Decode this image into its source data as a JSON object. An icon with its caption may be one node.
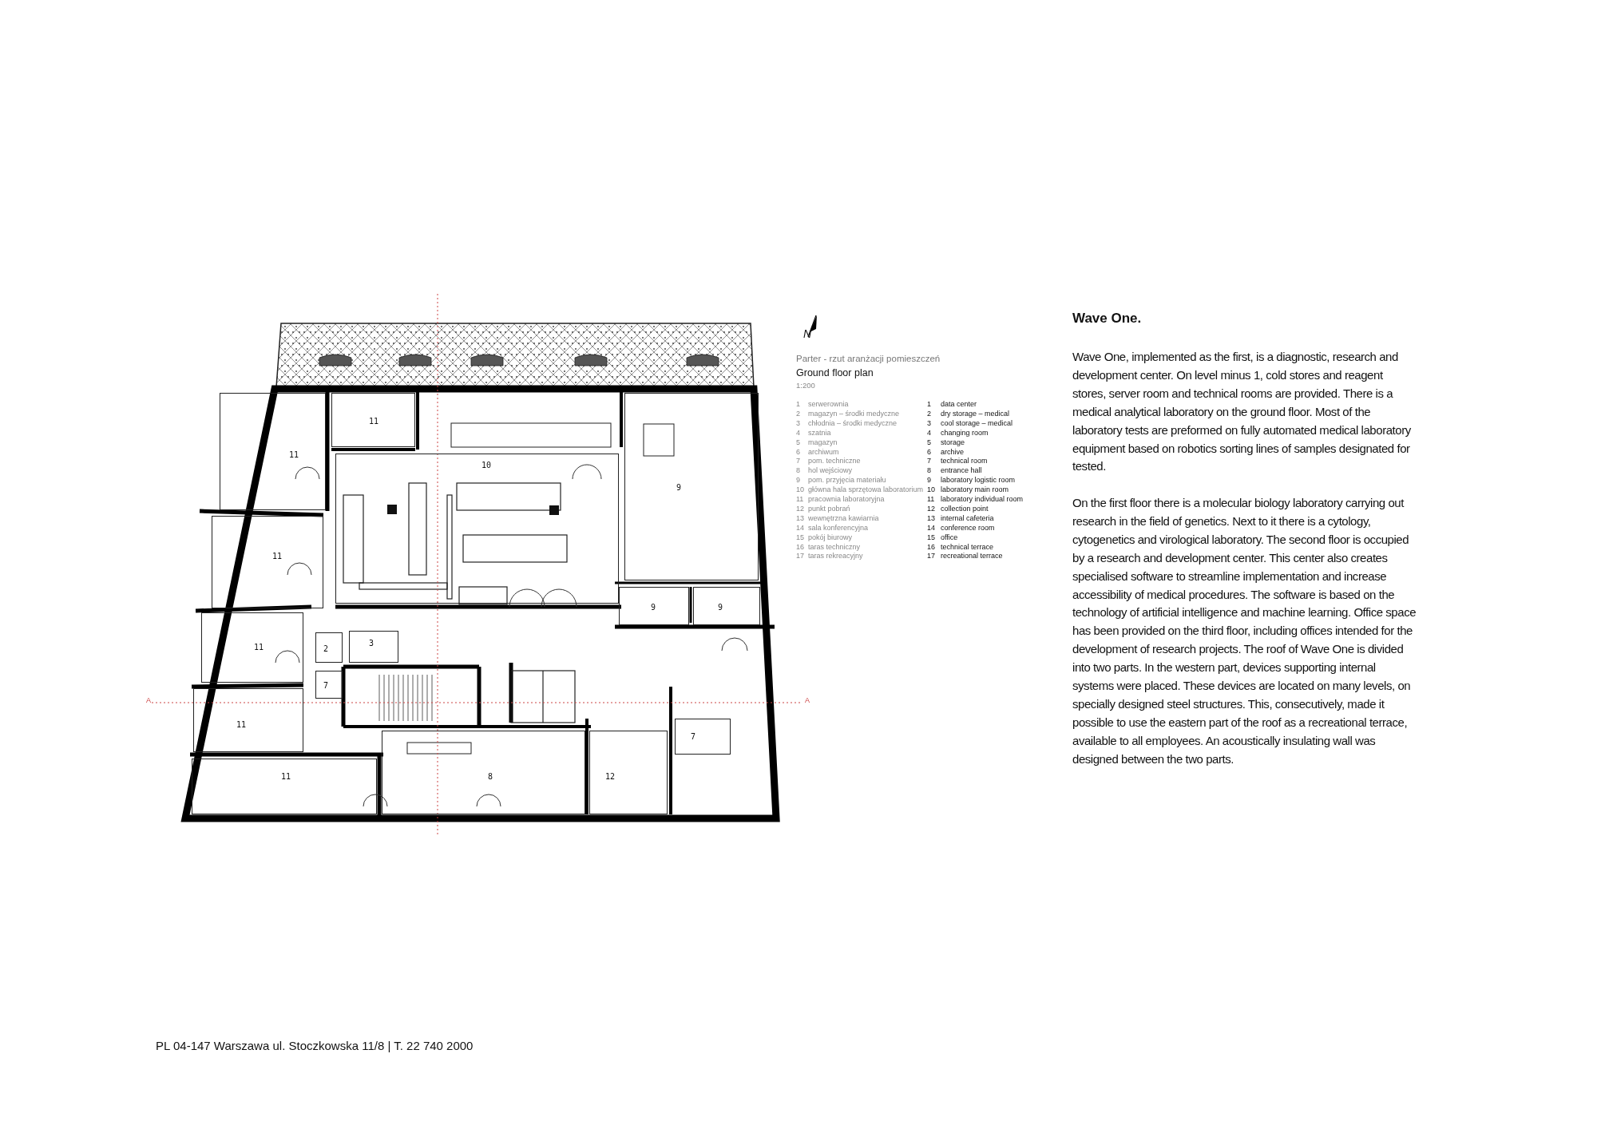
{
  "diagram": {
    "title": "Wave One.",
    "nodes": [
      {
        "text": [
          "11"
        ]
      },
      {
        "text": [
          "11"
        ]
      },
      {
        "text": [
          "10"
        ]
      },
      {
        "text": [
          "9"
        ]
      },
      {
        "text": [
          "11"
        ]
      },
      {
        "text": [
          "11"
        ]
      },
      {
        "text": [
          "11"
        ]
      },
      {
        "text": [
          "11"
        ]
      },
      {
        "text": [
          "3"
        ]
      },
      {
        "text": [
          "2"
        ]
      },
      {
        "text": [
          "7"
        ]
      },
      {
        "text": [
          "8"
        ]
      },
      {
        "text": [
          "12"
        ]
      },
      {
        "text": [
          "9"
        ]
      },
      {
        "text": [
          "9"
        ]
      },
      {
        "text": [
          "7"
        ]
      }
    ],
    "edges": [],
    "labels": [
      "N",
      "Parter - rzut aranżacji pomieszczeń",
      "Ground floor plan",
      "1:200",
      "1",
      "serwerownia",
      "1",
      "data center",
      "2",
      "magazyn – środki medyczne",
      "2",
      "dry storage – medical",
      "3",
      "chłodnia – środki medyczne",
      "3",
      "cool storage – medical",
      "4",
      "szatnia",
      "4",
      "changing room",
      "5",
      "magazyn",
      "5",
      "storage",
      "6",
      "archiwum",
      "6",
      "archive",
      "7",
      "pom. techniczne",
      "7",
      "technical room",
      "8",
      "hol wejściowy",
      "8",
      "entrance hall",
      "9",
      "pom. przyjęcia materiału",
      "9",
      "laboratory logistic room",
      "10",
      "główna hala sprzętowa laboratorium",
      "10",
      "laboratory main room",
      "11",
      "pracownia laboratoryjna",
      "11",
      "laboratory individual room",
      "12",
      "punkt pobrań",
      "12",
      "collection point",
      "13",
      "wewnętrzna kawiarnia",
      "13",
      "internal cafeteria",
      "14",
      "sala konferencyjna",
      "14",
      "conference room",
      "15",
      "pokój biurowy",
      "15",
      "office",
      "16",
      "taras techniczny",
      "16",
      "technical terrace",
      "17",
      "taras rekreacyjny",
      "17",
      "recreational terrace",
      "A",
      "A",
      "Wave One, implemented as the first, is a diagnostic, research and development center. On level minus 1, cold stores and reagent stores, server room and technical rooms are provided. There is a medical analytical laboratory on the ground floor. Most of the laboratory tests are preformed on fully automated medical laboratory equipment based on robotics sorting lines of samples designated for tested.",
      "On the first floor there is a molecular biology laboratory carrying out research in the field of genetics. Next to it there is a cytology, cytogenetics and virological laboratory. The second floor is occupied by a research and development center. This center also creates specialised software to streamline implementation and increase accessibility of medical procedures. The software is based on the technology of artificial intelligence and machine learning. Office space has been provided on the third floor, including offices intended for the development of research projects. The roof of Wave One is divided into two parts. In the western part, devices supporting internal systems were placed. These devices are located on many levels, on specially designed steel structures. This, consecutively, made it possible to use the eastern part of the roof as a recreational terrace, available to all employees. An acoustically insulating wall was designed between the two parts.",
      "PL 04-147 Warszawa ul. Stoczkowska 11/8 | T. 22 740 2000"
    ]
  }
}
